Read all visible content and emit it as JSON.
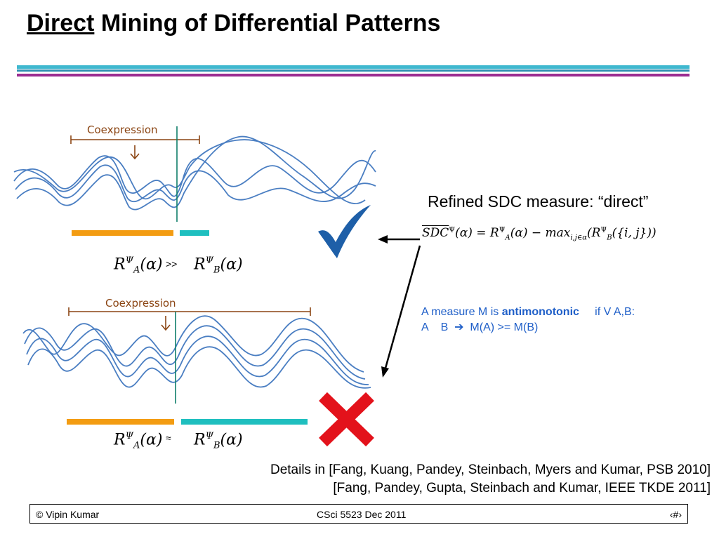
{
  "slide": {
    "title_emph": "Direct",
    "title_rest": " Mining of Differential Patterns",
    "figure": {
      "top_label": "Coexpression",
      "bottom_label": "Coexpression",
      "top_relation": ">>",
      "bottom_relation": "≈",
      "top_lhs": "R",
      "top_rhs": "R",
      "psi": "Ψ",
      "sub_a": "A",
      "sub_b": "B",
      "alpha": "(α)"
    },
    "refined": "Refined SDC measure: “direct”",
    "formula": "SDC",
    "formula_rest": "(α) = R",
    "formula_rest2": "(α) − max",
    "formula_sub": "i,j∈α",
    "formula_tail": "(R",
    "formula_tail2": "({i, j}))",
    "anti_line1_pre": "A measure M is ",
    "anti_line1_bold": "antimonotonic",
    "anti_line1_post": "     if V A,B:",
    "anti_line2": "A    B  ➔  M(A) >= M(B)",
    "details_line1": "Details in [Fang, Kuang, Pandey, Steinbach, Myers and Kumar, PSB 2010]",
    "details_line2": "[Fang, Pandey, Gupta, Steinbach and Kumar, IEEE TKDE 2011]",
    "footer_left": "© Vipin Kumar",
    "footer_center": "CSci 5523 Dec  2011",
    "footer_right": "‹#›"
  },
  "colors": {
    "wave": "#4a7ec2",
    "bracket": "#8b4513",
    "orange_bar": "#f39c12",
    "teal_bar": "#1fbfbf",
    "check": "#1e5fa8",
    "cross": "#e3121b",
    "anti_text": "#1f5fc8"
  },
  "icons": [
    "check-mark-icon",
    "cross-mark-icon",
    "subset-icon",
    "arrow-right-icon"
  ]
}
